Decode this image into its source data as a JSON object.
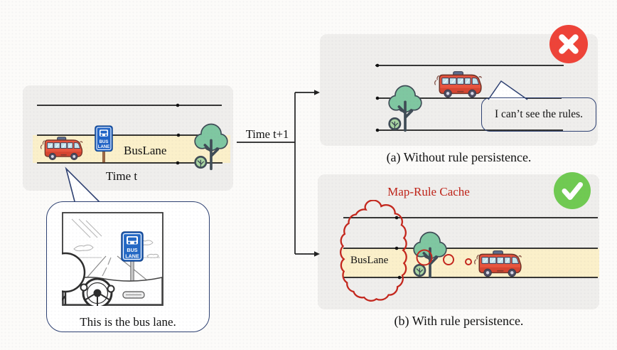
{
  "figure": {
    "description_left": "road scene at time t",
    "time_t_label": "Time t",
    "lane_label": "BusLane",
    "connector_label": "Time t+1"
  },
  "sign": {
    "line1": "BUS",
    "line2": "LANE"
  },
  "callout": {
    "caption": "This is the bus lane."
  },
  "panel_a": {
    "bubble_text": "I can’t see the rules.",
    "caption": "(a) Without rule persistence."
  },
  "panel_b": {
    "cache_title": "Map-Rule Cache",
    "lane_label": "BusLane",
    "caption": "(b) With rule persistence."
  },
  "colors": {
    "panel_gray": "#efeeec",
    "lane_yellow": "#fbf0ca",
    "road_line": "#1b1b1b",
    "bubble_border": "#2e4172",
    "accent_red": "#bf2318",
    "error_red": "#ee4338",
    "success_green": "#70ca52",
    "bus_body": "#e8543d",
    "tree_green": "#7fc7a1",
    "sign_blue": "#2063c6"
  }
}
